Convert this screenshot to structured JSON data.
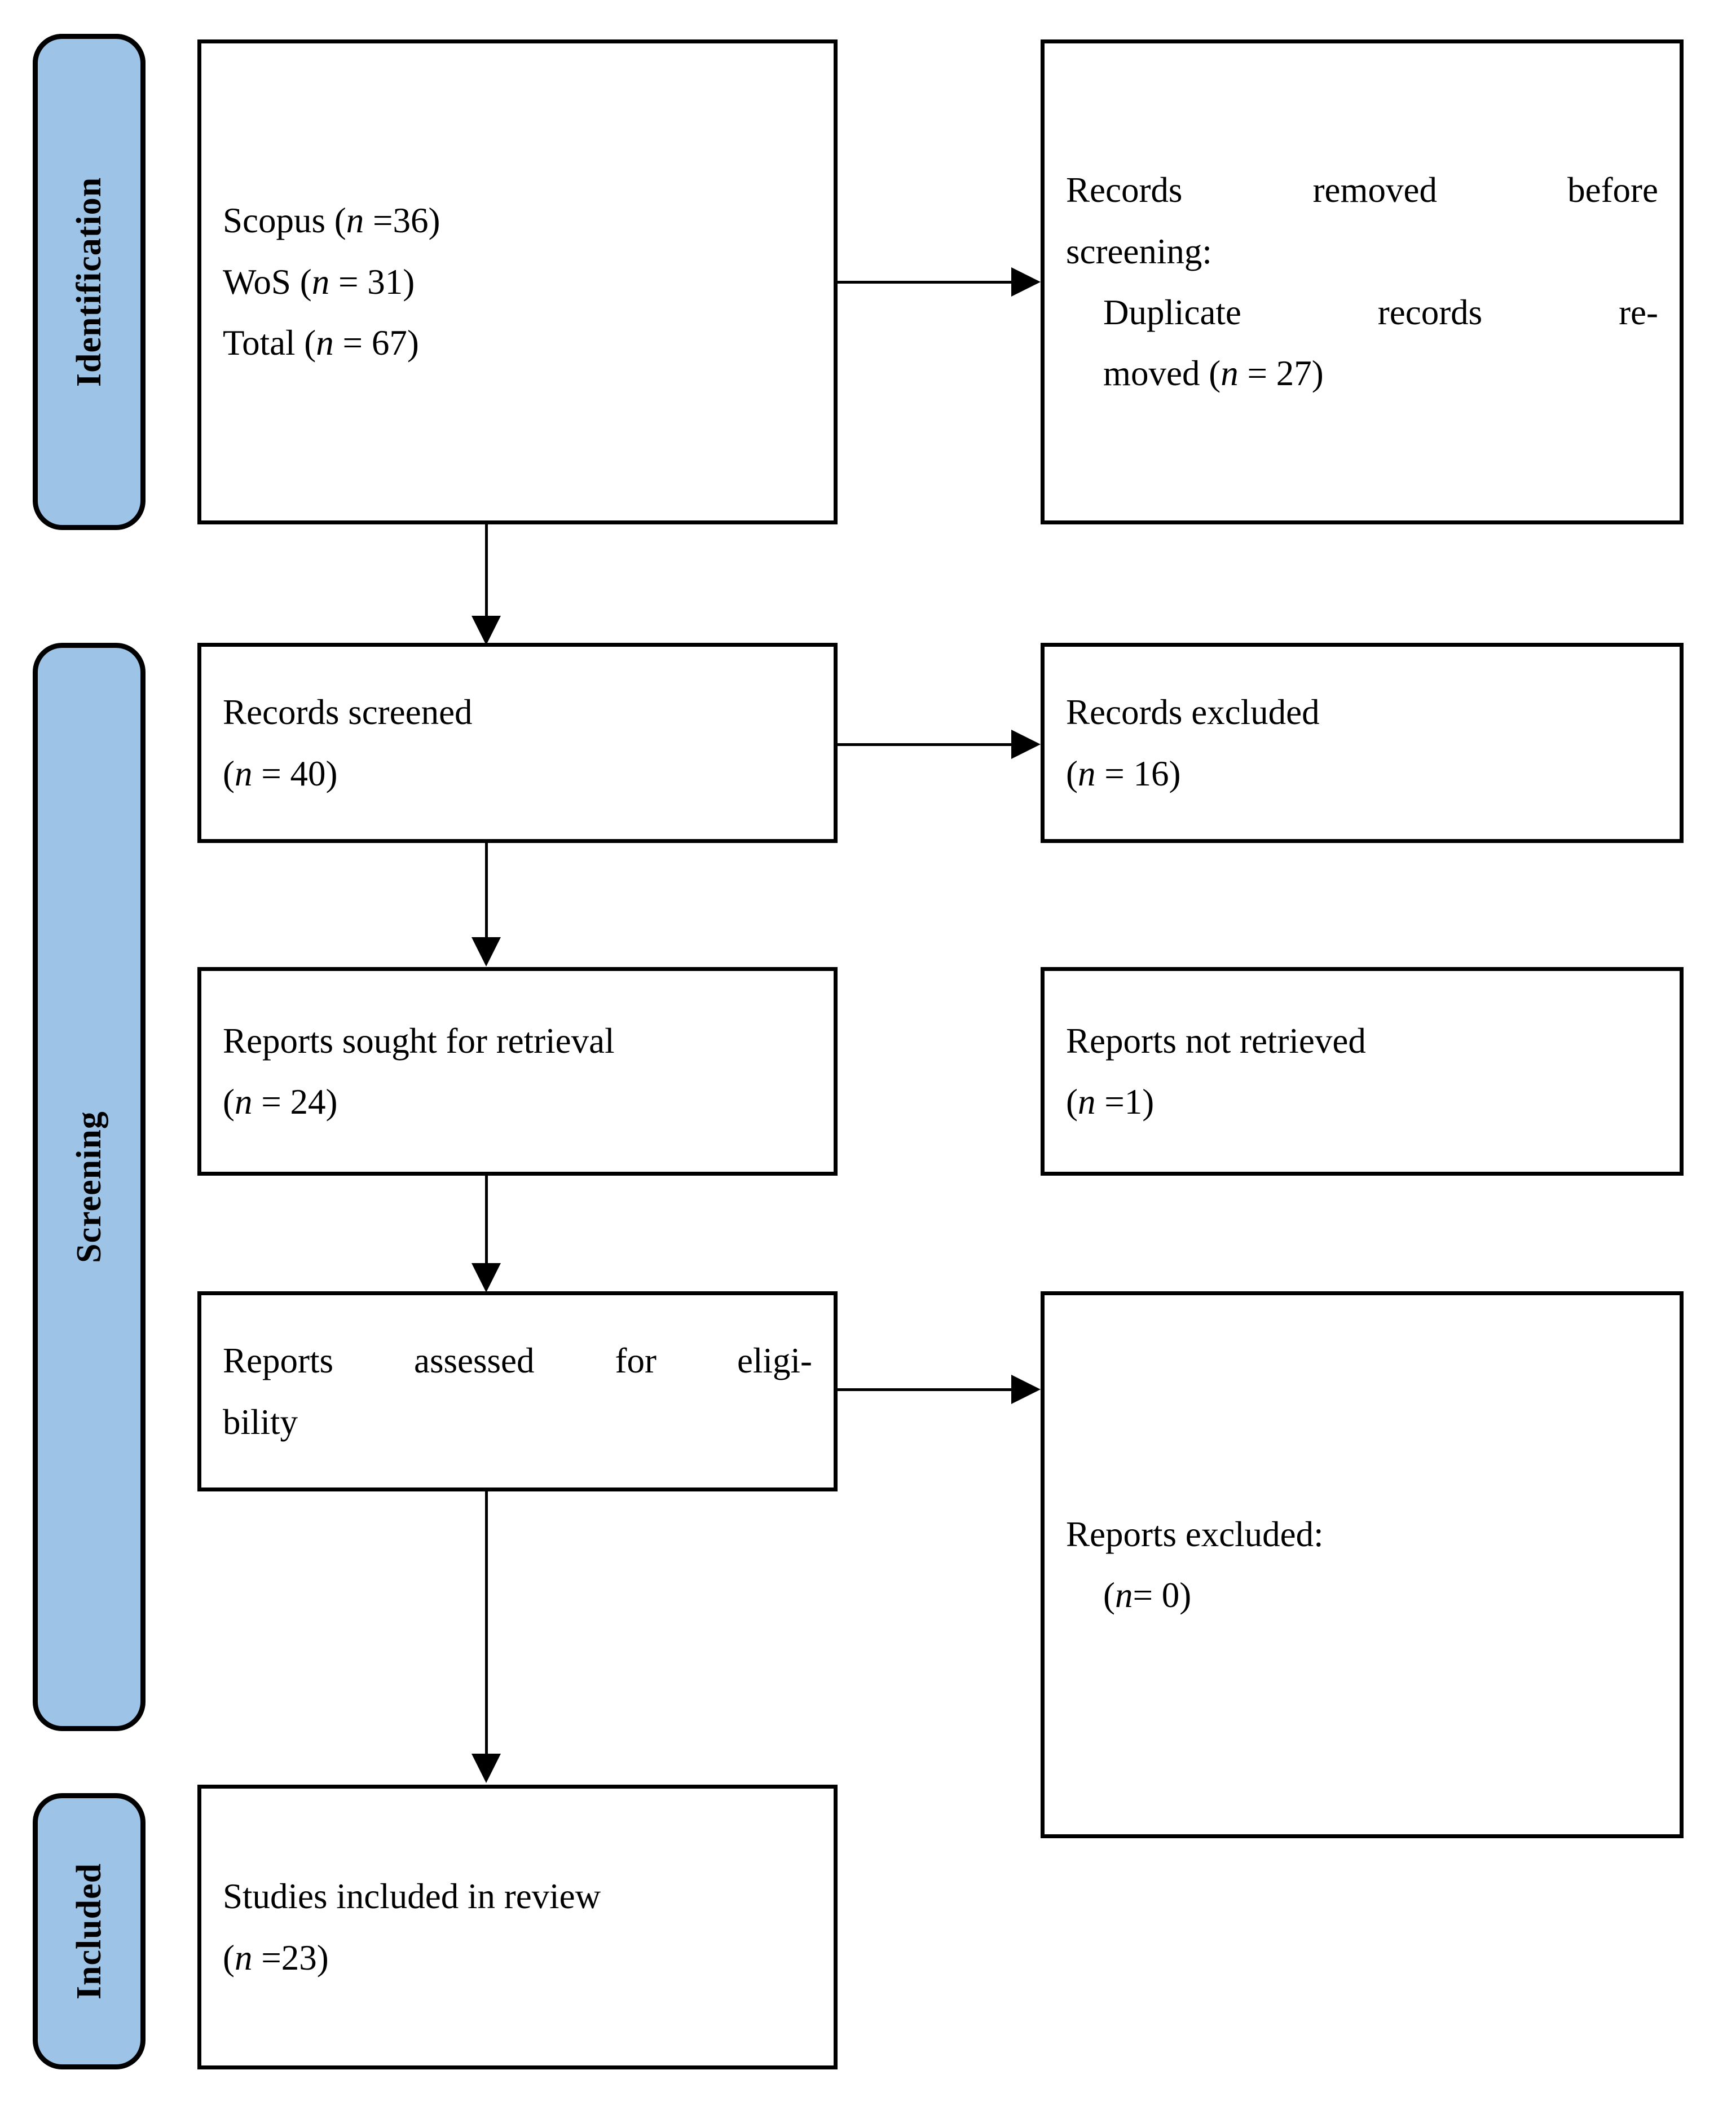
{
  "diagram": {
    "type": "PRISMA flow diagram",
    "accent_color": "#9DC3E6",
    "border_color": "#000000",
    "background_color": "#FFFFFF"
  },
  "stages": [
    {
      "id": "identification",
      "label": "Identification"
    },
    {
      "id": "screening",
      "label": "Screening"
    },
    {
      "id": "included",
      "label": "Included"
    }
  ],
  "boxes": {
    "identification_sources": {
      "line1": "Scopus (",
      "line1_n": "n",
      "line1_tail": " =36)",
      "line2": "WoS (",
      "line2_n": "n",
      "line2_tail": " = 31)",
      "line3": "Total (",
      "line3_n": "n",
      "line3_tail": " = 67)"
    },
    "records_removed": {
      "line1": "Records removed before",
      "line2": "screening:",
      "line3": "Duplicate records re-",
      "line4_head": "moved (",
      "line4_n": "n",
      "line4_tail": " = 27)"
    },
    "records_screened": {
      "line1": "Records screened",
      "line2_head": "(",
      "line2_n": "n",
      "line2_tail": " = 40)"
    },
    "records_excluded": {
      "line1": "Records excluded",
      "line2_head": "(",
      "line2_n": "n",
      "line2_tail": " = 16)"
    },
    "reports_sought": {
      "line1": "Reports sought for retrieval",
      "line2_head": "(",
      "line2_n": "n",
      "line2_tail": " = 24)"
    },
    "reports_not_retrieved": {
      "line1": "Reports not retrieved",
      "line2_head": "(",
      "line2_n": "n",
      "line2_tail": " =1)"
    },
    "reports_assessed": {
      "line1": "Reports assessed for eligi-",
      "line2": "bility"
    },
    "reports_excluded": {
      "line1": "Reports excluded:",
      "line2_head": "(",
      "line2_n": "n",
      "line2_tail": "= 0)"
    },
    "studies_included": {
      "line1": "Studies included in review",
      "line2_head": "(",
      "line2_n": "n",
      "line2_tail": " =23)"
    }
  },
  "chart_data": {
    "type": "diagram",
    "title": "PRISMA flow diagram",
    "stages": [
      "Identification",
      "Screening",
      "Included"
    ],
    "nodes": [
      {
        "id": "identification_sources",
        "stage": "Identification",
        "column": "left",
        "text": "Scopus (n =36) / WoS (n = 31) / Total (n = 67)",
        "counts": {
          "Scopus": 36,
          "WoS": 31,
          "Total": 67
        }
      },
      {
        "id": "records_removed",
        "stage": "Identification",
        "column": "right",
        "text": "Records removed before screening: Duplicate records removed (n = 27)",
        "counts": {
          "Duplicate records removed": 27
        }
      },
      {
        "id": "records_screened",
        "stage": "Screening",
        "column": "left",
        "text": "Records screened (n = 40)",
        "counts": {
          "n": 40
        }
      },
      {
        "id": "records_excluded",
        "stage": "Screening",
        "column": "right",
        "text": "Records excluded (n = 16)",
        "counts": {
          "n": 16
        }
      },
      {
        "id": "reports_sought",
        "stage": "Screening",
        "column": "left",
        "text": "Reports sought for retrieval (n = 24)",
        "counts": {
          "n": 24
        }
      },
      {
        "id": "reports_not_retrieved",
        "stage": "Screening",
        "column": "right",
        "text": "Reports not retrieved (n =1)",
        "counts": {
          "n": 1
        }
      },
      {
        "id": "reports_assessed",
        "stage": "Screening",
        "column": "left",
        "text": "Reports assessed for eligibility",
        "counts": {}
      },
      {
        "id": "reports_excluded",
        "stage": "Screening",
        "column": "right",
        "text": "Reports excluded: (n= 0)",
        "counts": {
          "n": 0
        }
      },
      {
        "id": "studies_included",
        "stage": "Included",
        "column": "left",
        "text": "Studies included in review (n =23)",
        "counts": {
          "n": 23
        }
      }
    ],
    "edges": [
      {
        "from": "identification_sources",
        "to": "records_removed",
        "direction": "right"
      },
      {
        "from": "identification_sources",
        "to": "records_screened",
        "direction": "down"
      },
      {
        "from": "records_screened",
        "to": "records_excluded",
        "direction": "right"
      },
      {
        "from": "records_screened",
        "to": "reports_sought",
        "direction": "down"
      },
      {
        "from": "reports_sought",
        "to": "reports_assessed",
        "direction": "down"
      },
      {
        "from": "reports_assessed",
        "to": "reports_excluded",
        "direction": "right"
      },
      {
        "from": "reports_assessed",
        "to": "studies_included",
        "direction": "down"
      }
    ]
  }
}
